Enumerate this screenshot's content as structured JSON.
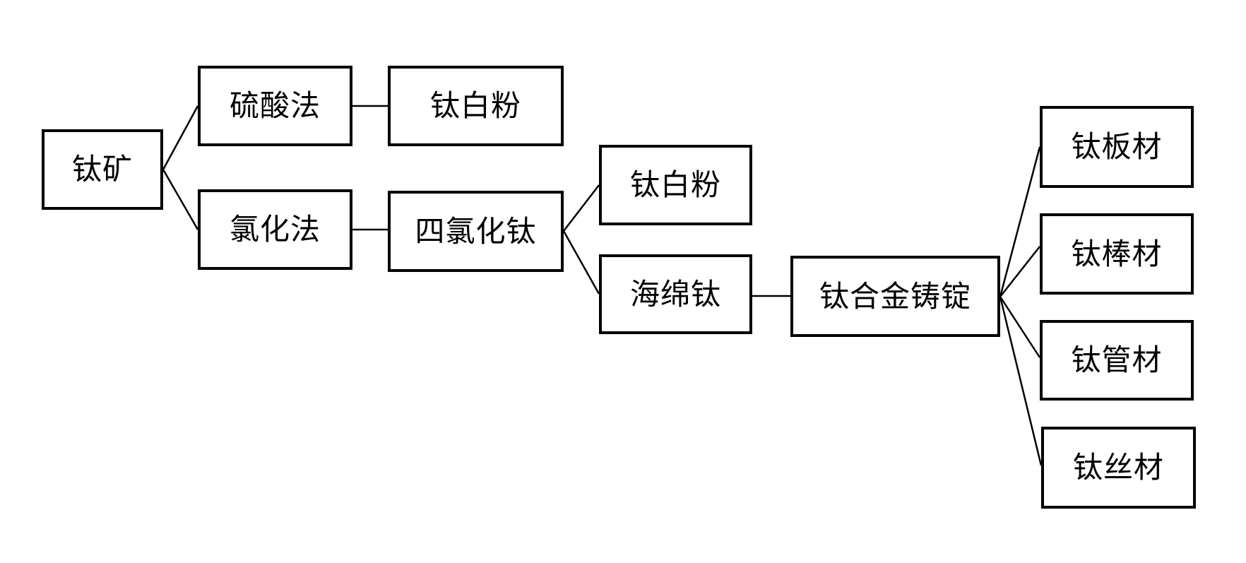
{
  "diagram": {
    "nodes": {
      "ore": "钛矿",
      "sulfuric_process": "硫酸法",
      "titanium_dioxide_sulfuric": "钛白粉",
      "chloride_process": "氯化法",
      "titanium_tetrachloride": "四氯化钛",
      "titanium_dioxide_chloride": "钛白粉",
      "titanium_sponge": "海绵钛",
      "alloy_ingot": "钛合金铸锭",
      "plate": "钛板材",
      "rod": "钛棒材",
      "tube": "钛管材",
      "wire": "钛丝材"
    },
    "edges": [
      [
        "ore",
        "sulfuric_process"
      ],
      [
        "ore",
        "chloride_process"
      ],
      [
        "sulfuric_process",
        "titanium_dioxide_sulfuric"
      ],
      [
        "chloride_process",
        "titanium_tetrachloride"
      ],
      [
        "titanium_tetrachloride",
        "titanium_dioxide_chloride"
      ],
      [
        "titanium_tetrachloride",
        "titanium_sponge"
      ],
      [
        "titanium_sponge",
        "alloy_ingot"
      ],
      [
        "alloy_ingot",
        "plate"
      ],
      [
        "alloy_ingot",
        "rod"
      ],
      [
        "alloy_ingot",
        "tube"
      ],
      [
        "alloy_ingot",
        "wire"
      ]
    ],
    "colors": {
      "stroke": "#000000",
      "fill": "#ffffff",
      "text": "#000000"
    }
  }
}
